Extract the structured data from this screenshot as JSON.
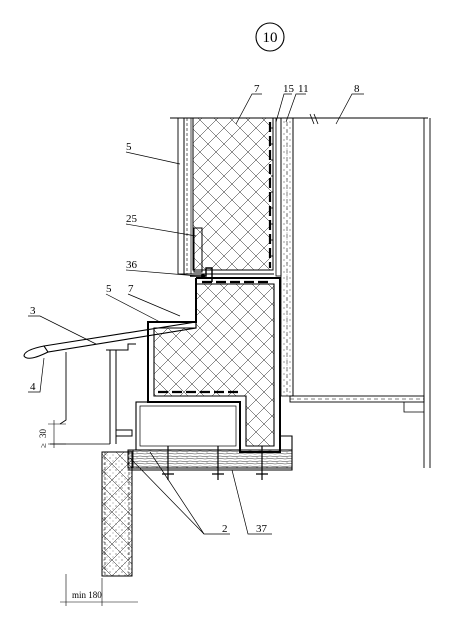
{
  "detail": {
    "number": "10"
  },
  "callouts": {
    "c7_top": "7",
    "c15": "15",
    "c11": "11",
    "c8": "8",
    "c5_upper": "5",
    "c25": "25",
    "c36": "36",
    "c5_lower": "5",
    "c7_lower": "7",
    "c3": "3",
    "c4": "4",
    "c2": "2",
    "c37": "37"
  },
  "dimensions": {
    "gap": "30",
    "gap_prefix": "≥",
    "width": "min 180"
  },
  "colors": {
    "line": "#000000",
    "background": "#ffffff"
  }
}
